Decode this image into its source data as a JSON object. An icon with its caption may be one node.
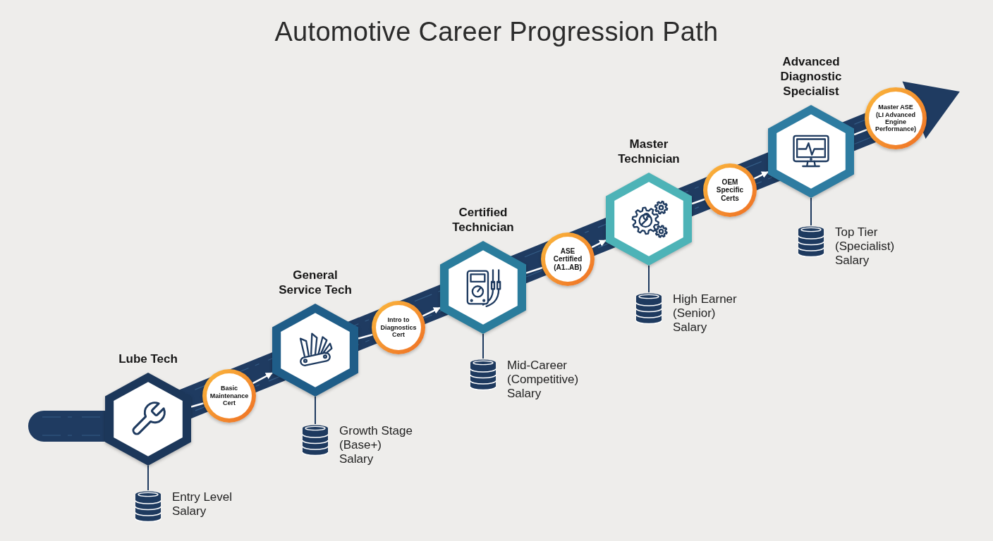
{
  "diagram": {
    "title": "Automotive Career Progression Path",
    "nodes": [
      {
        "text": [
          "Lube Tech"
        ]
      },
      {
        "text": [
          "Entry Level Salary"
        ]
      },
      {
        "text": [
          "Basic Maintenance Cert"
        ]
      },
      {
        "text": [
          "General Service Tech"
        ]
      },
      {
        "text": [
          "Growth Stage (Base+) Salary"
        ]
      },
      {
        "text": [
          "Intro to Diagnostics Cert"
        ]
      },
      {
        "text": [
          "Certified Technician"
        ]
      },
      {
        "text": [
          "Mid-Career (Competitive) Salary"
        ]
      },
      {
        "text": [
          "ASE Certified (A1..AB)"
        ]
      },
      {
        "text": [
          "Master Technician"
        ]
      },
      {
        "text": [
          "High Earner (Senior) Salary"
        ]
      },
      {
        "text": [
          "OEM Specific Certs"
        ]
      },
      {
        "text": [
          "Advanced Diagnostic Specialist"
        ]
      },
      {
        "text": [
          "Top Tier (Specialist) Salary"
        ]
      },
      {
        "text": [
          "Master ASE (LI Advanced Engine Performance)"
        ]
      }
    ],
    "edges": [
      {
        "from": 0,
        "to": 1,
        "arrow": "none",
        "color": "#1e3a5f"
      },
      {
        "from": 0,
        "to": 2,
        "arrow": "none"
      },
      {
        "from": 2,
        "to": 3,
        "arrow": "to"
      },
      {
        "from": 3,
        "to": 4,
        "arrow": "none",
        "color": "#1e3a5f"
      },
      {
        "from": 3,
        "to": 5,
        "arrow": "none"
      },
      {
        "from": 5,
        "to": 6,
        "arrow": "to"
      },
      {
        "from": 6,
        "to": 7,
        "arrow": "none",
        "color": "#1e3a5f"
      },
      {
        "from": 6,
        "to": 8,
        "arrow": "none"
      },
      {
        "from": 8,
        "to": 9,
        "arrow": "to"
      },
      {
        "from": 9,
        "to": 10,
        "arrow": "none",
        "color": "#1e3a5f"
      },
      {
        "from": 9,
        "to": 11,
        "arrow": "none"
      },
      {
        "from": 11,
        "to": 12,
        "arrow": "to"
      },
      {
        "from": 12,
        "to": 13,
        "arrow": "none",
        "color": "#1e3a5f"
      },
      {
        "from": 12,
        "to": 14,
        "arrow": "none"
      }
    ]
  }
}
